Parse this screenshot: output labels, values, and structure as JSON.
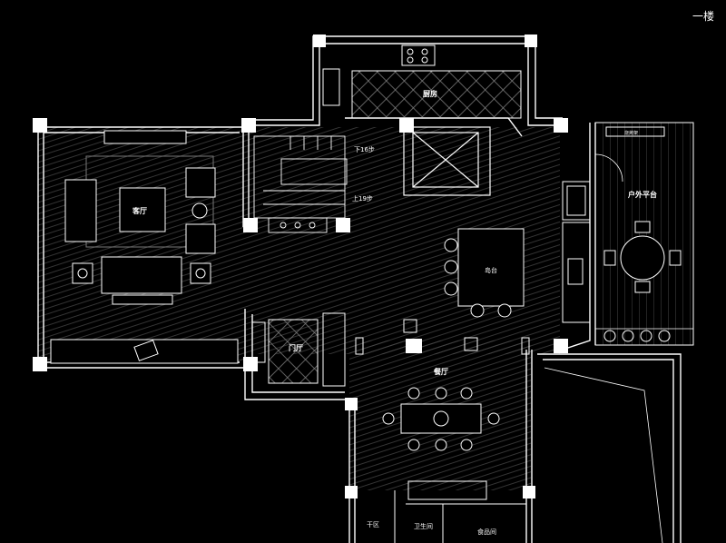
{
  "floor_label": "一楼",
  "rooms": {
    "kitchen": "厨房",
    "living_room": "客厅",
    "entrance_hall": "门厅",
    "dining_room": "餐厅",
    "island": "岛台",
    "outdoor_terrace": "户外平台",
    "dry_area": "干区",
    "bathroom": "卫生间",
    "pantry": "食品间"
  },
  "annotations": {
    "stairs_down": "下16步",
    "stairs_up": "上19步",
    "outdoor_fixture": "烧烤架"
  },
  "colors": {
    "background": "#000000",
    "line": "#ffffff",
    "hatch": "#5a5a5a"
  }
}
